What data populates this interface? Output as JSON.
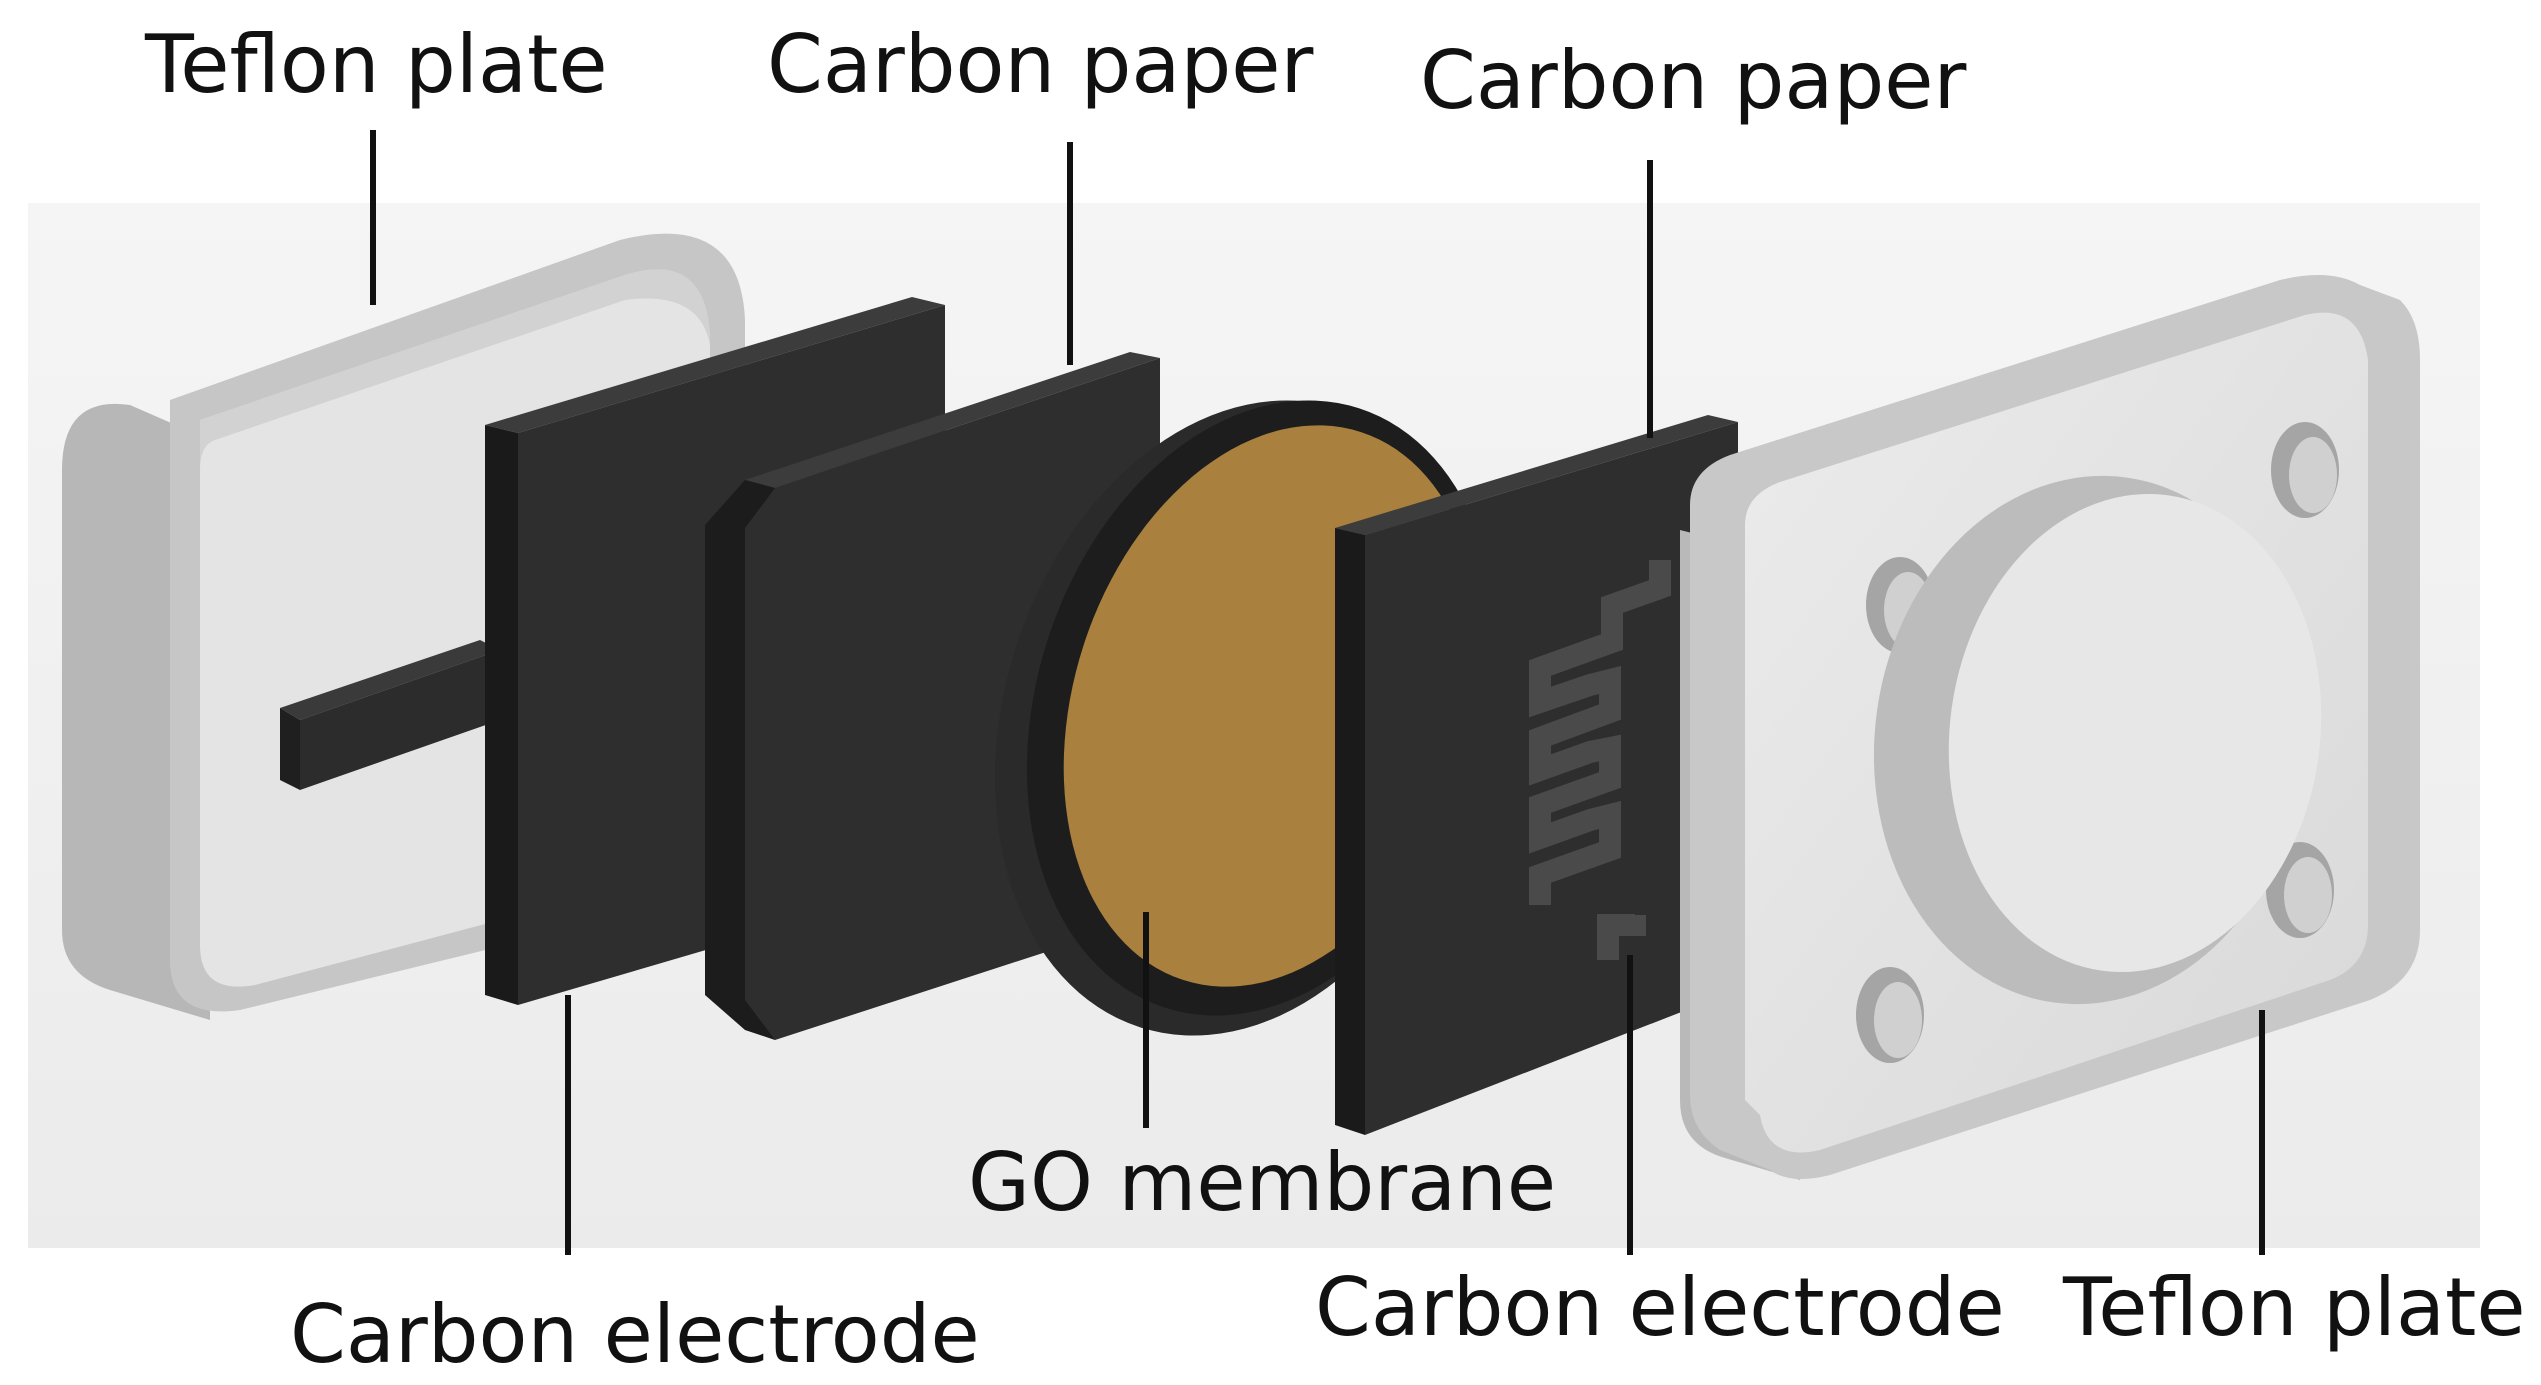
{
  "labels": {
    "teflon_left": "Teflon plate",
    "carbon_paper_left": "Carbon paper",
    "carbon_paper_right": "Carbon paper",
    "go_membrane": "GO membrane",
    "carbon_electrode_left": "Carbon electrode",
    "carbon_electrode_right": "Carbon electrode",
    "teflon_right": "Teflon plate"
  },
  "colors": {
    "background_panel": "#f1f1f1",
    "teflon_face": "#e2e2e2",
    "teflon_side": "#bdbdbd",
    "carbon_face": "#2e2e2e",
    "carbon_side": "#1c1c1c",
    "membrane_gold": "#a9803e",
    "membrane_ring": "#1d1d1d"
  }
}
